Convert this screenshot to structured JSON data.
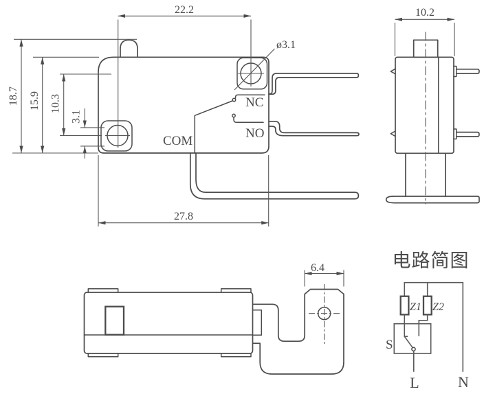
{
  "drawing": {
    "front": {
      "dim_top_width": "22.2",
      "dim_height_outer": "18.7",
      "dim_height_body": "15.9",
      "dim_hole_vspacing": "10.3",
      "dim_hole_small": "3.1",
      "dim_hole_dia": "ø3.1",
      "dim_bottom_width": "27.8",
      "label_nc": "NC",
      "label_no": "NO",
      "label_com": "COM"
    },
    "side": {
      "dim_width": "10.2"
    },
    "bottom": {
      "dim_terminal_width": "6.4"
    },
    "circuit": {
      "title": "电路简图",
      "label_z1": "Z1",
      "label_z2": "Z2",
      "label_s": "S",
      "label_l": "L",
      "label_n": "N"
    }
  }
}
